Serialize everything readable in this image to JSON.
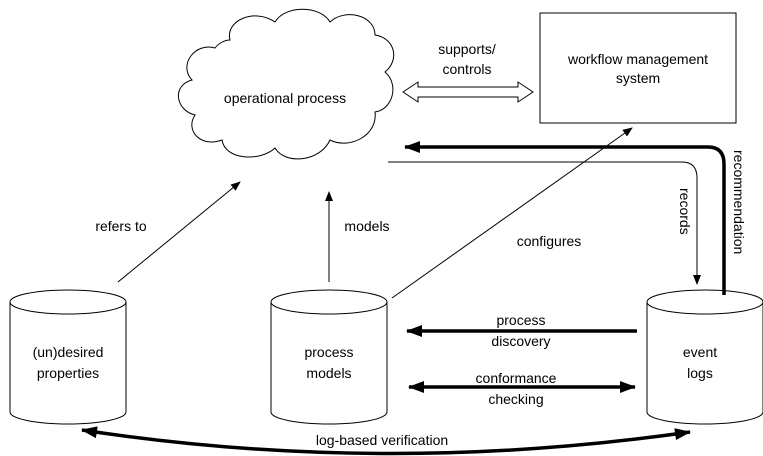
{
  "nodes": {
    "operational_process": "operational process",
    "workflow_line1": "workflow management",
    "workflow_line2": "system",
    "undesired_line1": "(un)desired",
    "undesired_line2": "properties",
    "models_line1": "process",
    "models_line2": "models",
    "logs_line1": "event",
    "logs_line2": "logs"
  },
  "edges": {
    "supports_line1": "supports/",
    "supports_line2": "controls",
    "refers_to": "refers to",
    "models": "models",
    "configures": "configures",
    "records": "records",
    "recommendation": "recommendation",
    "discovery_line1": "process",
    "discovery_line2": "discovery",
    "conformance_line1": "conformance",
    "conformance_line2": "checking",
    "log_based_verification": "log-based verification"
  }
}
